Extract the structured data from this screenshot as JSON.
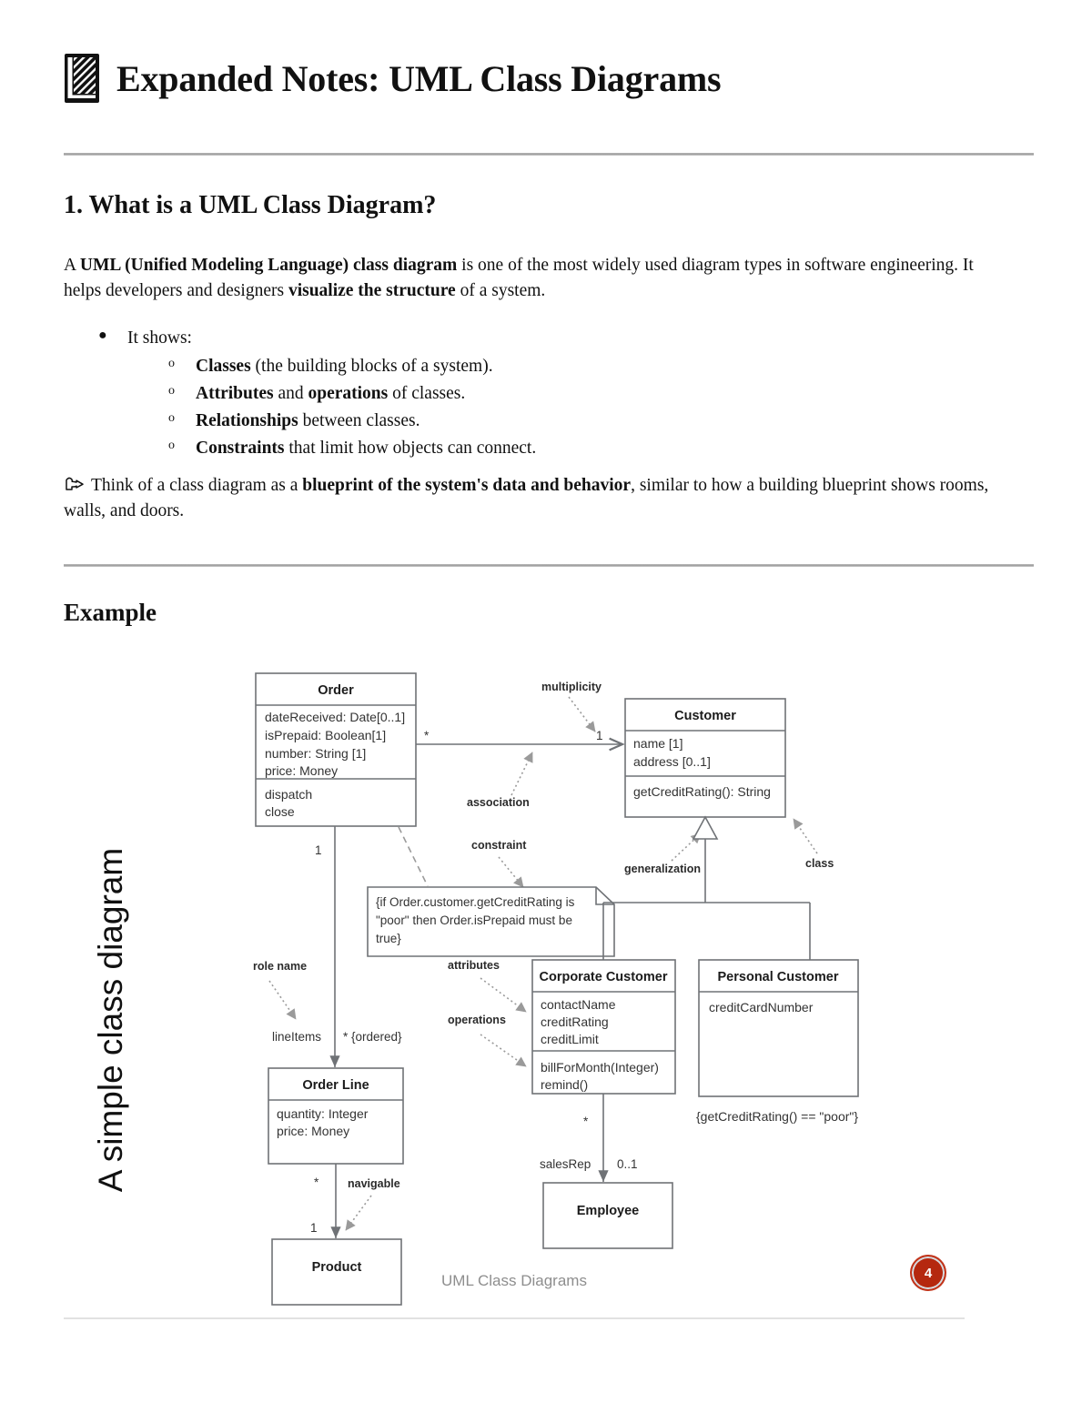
{
  "header": {
    "icon": "notebook-icon",
    "title": "Expanded Notes: UML Class Diagrams"
  },
  "section1": {
    "heading": "1. What is a UML Class Diagram?",
    "paragraph": {
      "lead": "A ",
      "bold1": "UML (Unified Modeling Language) class diagram",
      "mid": " is one of the most widely used diagram types in software engineering. It helps developers and designers ",
      "bold2": "visualize the structure",
      "tail": " of a system."
    },
    "list": {
      "top_item": "It shows:",
      "sub_items": [
        {
          "bold": "Classes",
          "rest": " (the building blocks of a system)."
        },
        {
          "bold": "Attributes",
          "mid": " and ",
          "bold2": "operations",
          "rest": " of classes."
        },
        {
          "bold": "Relationships",
          "rest": " between classes."
        },
        {
          "bold": "Constraints",
          "rest": " that limit how objects can connect."
        }
      ]
    },
    "callout": {
      "icon": "pointing-hand-icon",
      "lead": "Think of a class diagram as a ",
      "bold": "blueprint of the system's data and behavior",
      "tail": ", similar to how a building blueprint shows rooms, walls, and doors."
    }
  },
  "section2": {
    "heading": "Example"
  },
  "diagram": {
    "caption": "A simple class diagram",
    "footer_note": "UML Class Diagrams",
    "page_number": "4",
    "classes": [
      {
        "id": "order",
        "name": "Order",
        "attributes": [
          "dateReceived: Date[0..1]",
          "isPrepaid: Boolean[1]",
          "number: String [1]",
          "price: Money"
        ],
        "operations": [
          "dispatch",
          "close"
        ]
      },
      {
        "id": "customer",
        "name": "Customer",
        "attributes": [
          "name [1]",
          "address [0..1]"
        ],
        "operations": [
          "getCreditRating(): String"
        ]
      },
      {
        "id": "corporate-customer",
        "name": "Corporate Customer",
        "attributes": [
          "contactName",
          "creditRating",
          "creditLimit"
        ],
        "operations": [
          "billForMonth(Integer)",
          "remind()"
        ]
      },
      {
        "id": "personal-customer",
        "name": "Personal Customer",
        "attributes": [
          "creditCardNumber"
        ],
        "operations": []
      },
      {
        "id": "order-line",
        "name": "Order Line",
        "attributes": [
          "quantity: Integer",
          "price: Money"
        ],
        "operations": []
      },
      {
        "id": "product",
        "name": "Product",
        "attributes": [],
        "operations": []
      },
      {
        "id": "employee",
        "name": "Employee",
        "attributes": [],
        "operations": []
      }
    ],
    "note": {
      "id": "constraint-note",
      "lines": [
        "{if Order.customer.getCreditRating is",
        "\"poor\" then Order.isPrepaid must be",
        "true}"
      ]
    },
    "constraint_text": "{getCreditRating() == \"poor\"}",
    "annotations": [
      {
        "id": "multiplicity",
        "label": "multiplicity"
      },
      {
        "id": "association",
        "label": "association"
      },
      {
        "id": "constraint",
        "label": "constraint"
      },
      {
        "id": "generalization",
        "label": "generalization"
      },
      {
        "id": "class",
        "label": "class"
      },
      {
        "id": "attributes",
        "label": "attributes"
      },
      {
        "id": "operations",
        "label": "operations"
      },
      {
        "id": "role-name",
        "label": "role  name"
      },
      {
        "id": "navigable",
        "label": "navigable"
      }
    ],
    "multiplicities": [
      {
        "id": "order-to-customer-source",
        "label": "*"
      },
      {
        "id": "order-to-customer-target",
        "label": "1"
      },
      {
        "id": "order-to-orderline-source",
        "label": "1"
      },
      {
        "id": "order-to-orderline-role",
        "label": "lineItems"
      },
      {
        "id": "order-to-orderline-target",
        "label": "* {ordered}"
      },
      {
        "id": "orderline-to-product-source",
        "label": "*"
      },
      {
        "id": "orderline-to-product-target",
        "label": "1"
      },
      {
        "id": "corp-to-employee-source",
        "label": "*"
      },
      {
        "id": "corp-to-employee-role",
        "label": "salesRep"
      },
      {
        "id": "corp-to-employee-target",
        "label": "0..1"
      }
    ]
  },
  "colors": {
    "box_stroke": "#6f7276",
    "line": "#6f7276",
    "annotation": "#2b2b2b",
    "dotted": "#9a9a9a",
    "badge": "#b5280f",
    "footer_text": "#8e8e8e"
  }
}
